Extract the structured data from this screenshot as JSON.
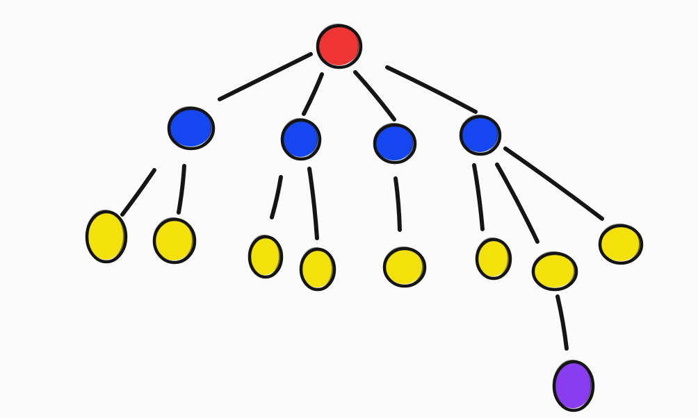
{
  "palette": {
    "root": "#ef3434",
    "level1": "#1447f0",
    "level2": "#f2e10a",
    "level3": "#8a3cf0",
    "ink": "#151515",
    "background": "#fbfbfb"
  },
  "tree": {
    "id": "root",
    "level": "root",
    "children": [
      {
        "id": "b1",
        "level": "level1",
        "children": [
          {
            "id": "y1",
            "level": "level2",
            "children": []
          },
          {
            "id": "y2",
            "level": "level2",
            "children": []
          }
        ]
      },
      {
        "id": "b2",
        "level": "level1",
        "children": [
          {
            "id": "y3",
            "level": "level2",
            "children": []
          },
          {
            "id": "y4",
            "level": "level2",
            "children": []
          }
        ]
      },
      {
        "id": "b3",
        "level": "level1",
        "children": [
          {
            "id": "y5",
            "level": "level2",
            "children": []
          }
        ]
      },
      {
        "id": "b4",
        "level": "level1",
        "children": [
          {
            "id": "y6",
            "level": "level2",
            "children": []
          },
          {
            "id": "y7",
            "level": "level2",
            "children": [
              {
                "id": "p1",
                "level": "level3",
                "children": []
              }
            ]
          },
          {
            "id": "y8",
            "level": "level2",
            "children": []
          }
        ]
      }
    ]
  }
}
